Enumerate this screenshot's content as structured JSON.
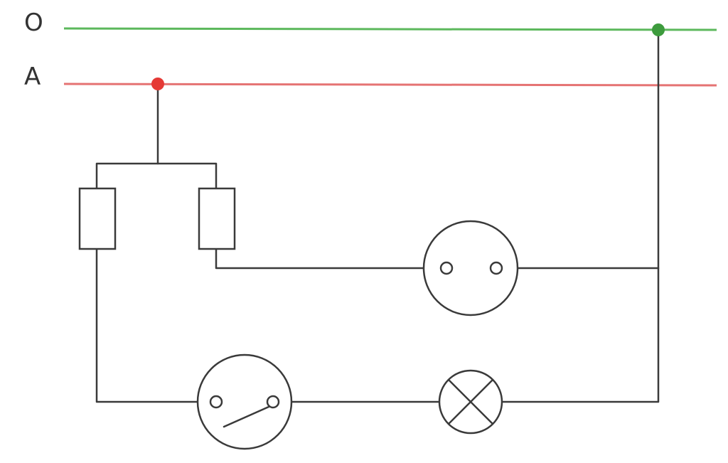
{
  "lines": {
    "neutral": {
      "label": "O",
      "color": "#5cb85c",
      "dot_color": "#3d9b3d"
    },
    "phase": {
      "label": "A",
      "color": "#e57373",
      "dot_color": "#e53935"
    }
  },
  "components": {
    "fuses": [
      "fuse",
      "fuse"
    ],
    "socket": "socket-outlet",
    "switch": "switch",
    "lamp": "lamp"
  }
}
